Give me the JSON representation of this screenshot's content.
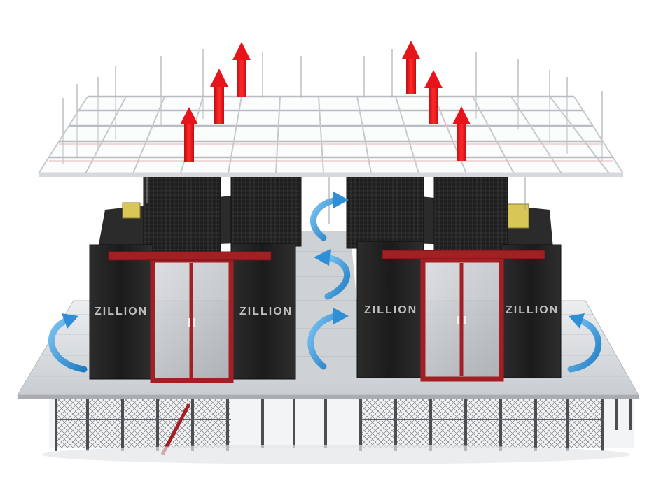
{
  "brand": {
    "label_1": "ZILLION",
    "label_2": "ZILLION",
    "label_3": "ZILLION",
    "label_4": "ZILLION"
  },
  "colors": {
    "hot_air_arrow": "#e8141b",
    "cold_air_arrow": "#2f8fd6",
    "rack": "#232323",
    "door_frame": "#a31f24",
    "floor": "#dcdfe2",
    "ceiling_grid": "#c4c8cc",
    "cable_tray": "#d8c657"
  },
  "icons": {
    "hot_air": "arrow-up-icon",
    "cold_air": "curved-arrow-icon"
  }
}
